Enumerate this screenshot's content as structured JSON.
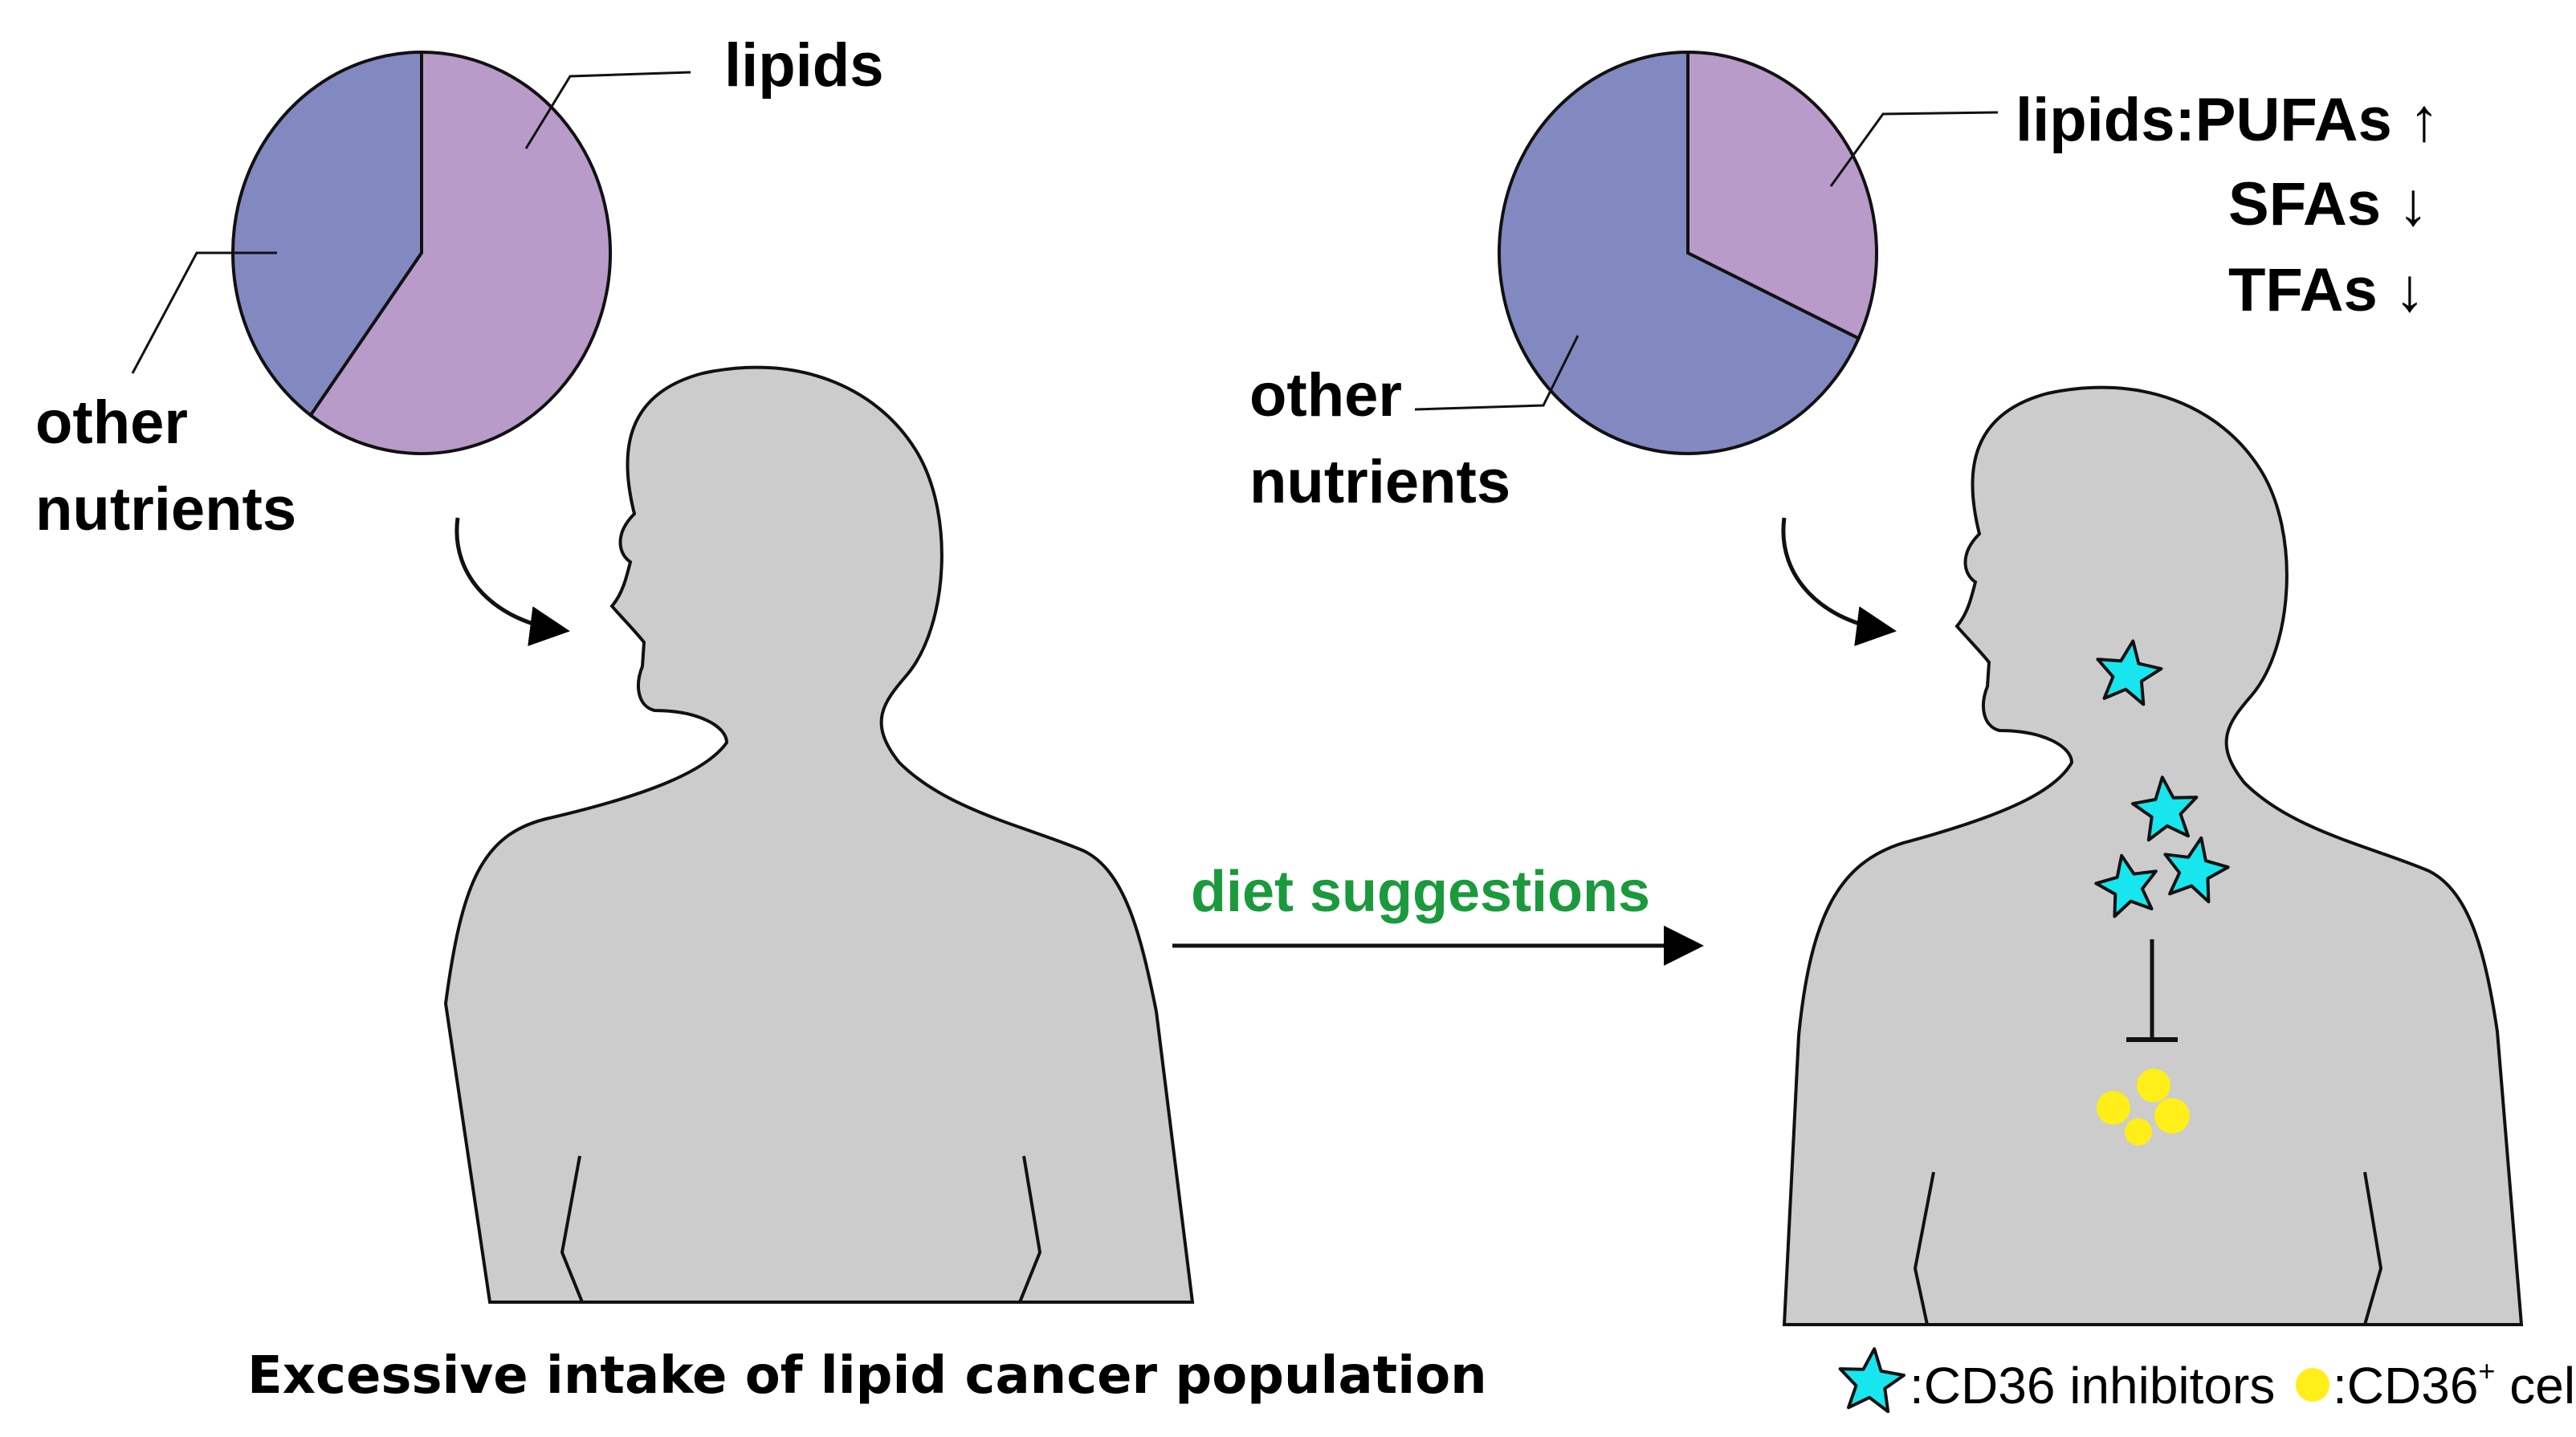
{
  "colors": {
    "lipids": "#b89bc9",
    "other": "#8289c1",
    "body": "#cccccc",
    "inhibitor": "#17e6ee",
    "cell": "#ffee18",
    "accent_green": "#1a9a3c"
  },
  "left_panel": {
    "pie_lipids_label": "lipids",
    "pie_other_label_line1": "other",
    "pie_other_label_line2": "nutrients",
    "pie": {
      "lipids_fraction": 0.6,
      "other_fraction": 0.4
    },
    "caption": "Excessive intake of lipid cancer population"
  },
  "arrow": {
    "label": "diet suggestions"
  },
  "right_panel": {
    "pie_lipids_label": "lipids:PUFAs ↑",
    "pie_sfas_label": "SFAs ↓",
    "pie_tfas_label": "TFAs ↓",
    "pie_other_label_line1": "other",
    "pie_other_label_line2": "nutrients",
    "pie": {
      "lipids_fraction": 0.32,
      "other_fraction": 0.68
    }
  },
  "legend": {
    "inhibitor_label": ":CD36 inhibitors",
    "cells_label_prefix": ":CD36",
    "cells_label_sup": "+",
    "cells_label_suffix": " cells"
  }
}
